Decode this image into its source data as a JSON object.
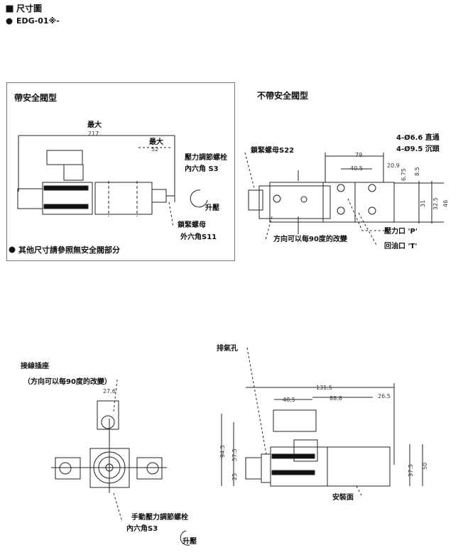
{
  "header": {
    "title": "尺寸圖",
    "model": "EDG-01※-"
  },
  "with_relief": {
    "title": "帶安全閥型",
    "max_label_1": "最大",
    "dim_217": "217",
    "max_label_2": "最大",
    "dim_52": "52",
    "adj_bolt": "壓力調節螺栓",
    "adj_hex": "內六角 S3",
    "raise": "升壓",
    "lock_nut": "鎖緊螺母",
    "lock_hex": "外六角S11",
    "note": "其他尺寸請參照無安全閥部分"
  },
  "without_relief": {
    "title": "不帶安全閥型",
    "lock_nut": "鎖緊螺母S22",
    "hole_1": "4-Ø6.6 直通",
    "hole_2": "4-Ø9.5 沉頭",
    "dim_79": "79",
    "dim_40_5": "40.5",
    "dim_20_9": "20.9",
    "dim_6_75": "6.75",
    "dim_8_5": "8.5",
    "dim_31": "31",
    "dim_32_5": "32.5",
    "dim_46": "46",
    "p_port": "壓力口 'P'",
    "t_port": "回油口 'T'",
    "rotate_note": "方向可以每90度的改變"
  },
  "connector": {
    "title": "接線插座",
    "rotate_note": "（方向可以每90度的改變）",
    "dim_27_6": "27.6",
    "manual_bolt": "手動壓力調節螺栓",
    "hex": "內六角S3",
    "raise": "升壓"
  },
  "side": {
    "vent": "排氣孔",
    "dim_131_5": "131.5",
    "dim_48_5": "48.5",
    "dim_88_8": "88.8",
    "dim_26_5": "26.5",
    "dim_94_5": "94.5",
    "dim_57_5": "57.5",
    "dim_25": "25",
    "dim_37_5": "37.5",
    "dim_50": "50",
    "mount": "安裝面"
  }
}
